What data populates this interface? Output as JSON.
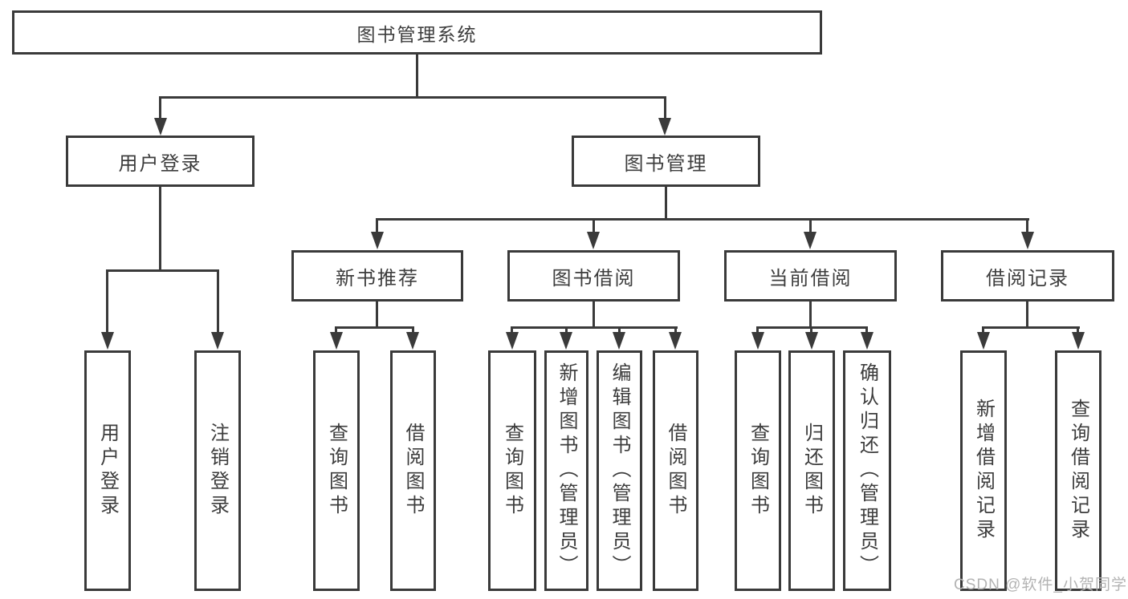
{
  "tree": {
    "label": "图书管理系统",
    "children": [
      {
        "label": "用户登录",
        "children": [
          {
            "label": "用户登录"
          },
          {
            "label": "注销登录"
          }
        ]
      },
      {
        "label": "图书管理",
        "children": [
          {
            "label": "新书推荐",
            "children": [
              {
                "label": "查询图书"
              },
              {
                "label": "借阅图书"
              }
            ]
          },
          {
            "label": "图书借阅",
            "children": [
              {
                "label": "查询图书"
              },
              {
                "label": "新增图书（管理员）"
              },
              {
                "label": "编辑图书（管理员）"
              },
              {
                "label": "借阅图书"
              }
            ]
          },
          {
            "label": "当前借阅",
            "children": [
              {
                "label": "查询图书"
              },
              {
                "label": "归还图书"
              },
              {
                "label": "确认归还（管理员）"
              }
            ]
          },
          {
            "label": "借阅记录",
            "children": [
              {
                "label": "新增借阅记录"
              },
              {
                "label": "查询借阅记录"
              }
            ]
          }
        ]
      }
    ]
  },
  "watermark": "CSDN @软件_小贺同学",
  "colors": {
    "line": "#3a3a3a",
    "text": "#3d3d3d",
    "watermark": "#b3b3b3",
    "background": "#ffffff"
  }
}
